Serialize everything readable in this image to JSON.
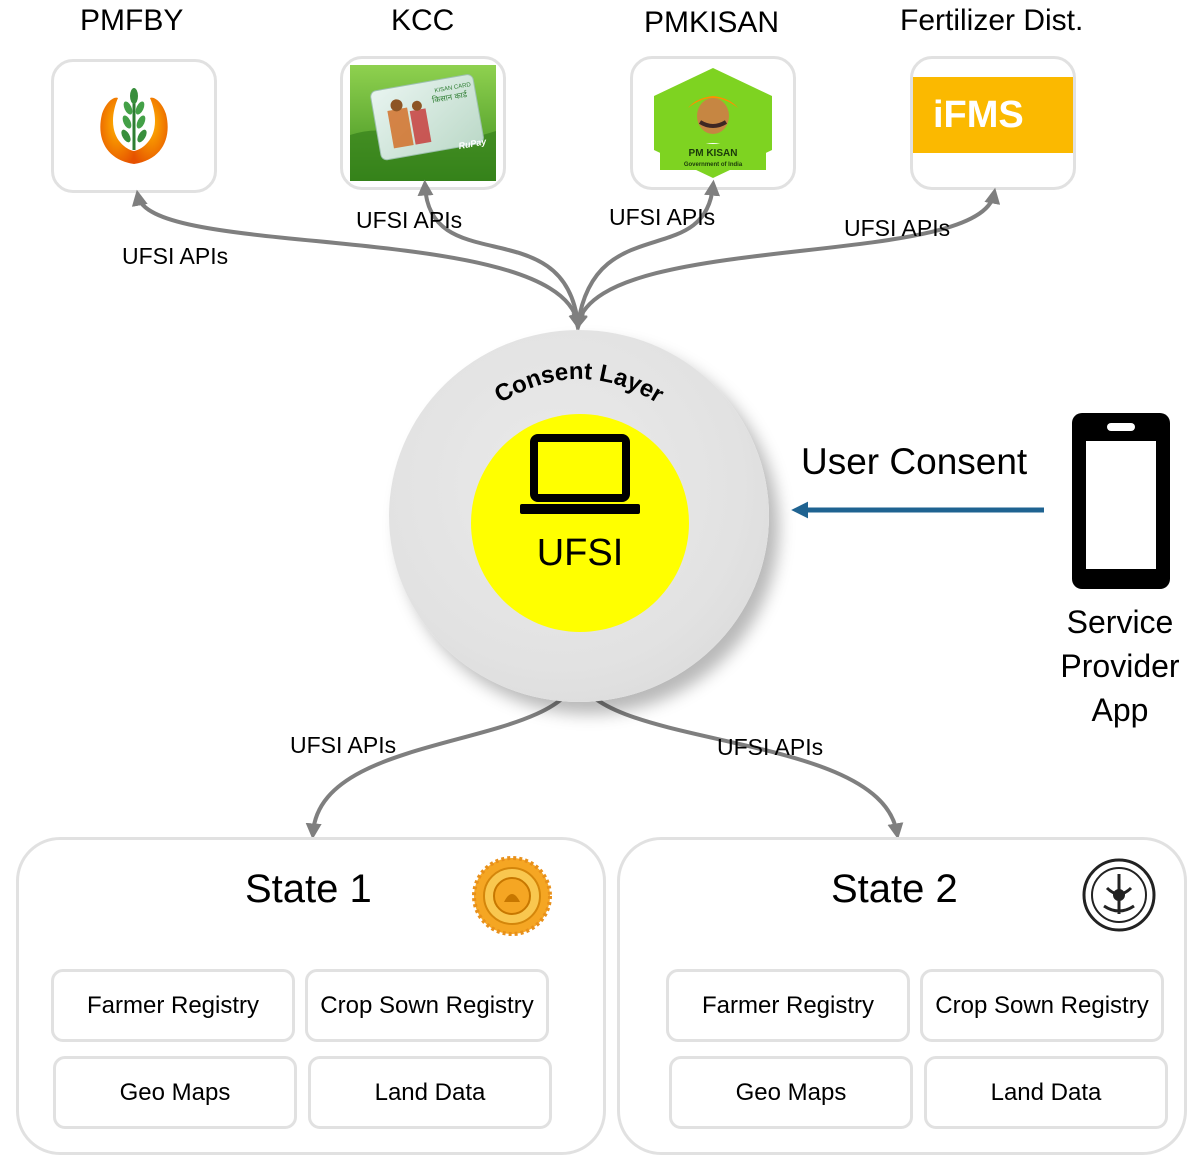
{
  "services": [
    {
      "title": "PMFBY",
      "logo": "pmfby-wheat-hands-logo"
    },
    {
      "title": "KCC",
      "logo": "kisan-credit-card-image",
      "card_text": "KISAN CARD",
      "card_text_hi": "किसान कार्ड",
      "card_brand": "RuPay"
    },
    {
      "title": "PMKISAN",
      "logo": "pm-kisan-farmer-logo",
      "logo_line1": "PM KISAN",
      "logo_line2": "Government of India"
    },
    {
      "title": "Fertilizer Dist.",
      "logo": "ifms-logo",
      "logo_text": "iFMS"
    }
  ],
  "api_labels": [
    "UFSI APIs",
    "UFSI APIs",
    "UFSI APIs",
    "UFSI APIs",
    "UFSI APIs",
    "UFSI APIs"
  ],
  "hub": {
    "consent_layer": "Consent Layer",
    "name": "UFSI",
    "icon": "laptop-icon",
    "colors": {
      "hub_fill": "#ffff00",
      "layer_fill": "#e2e2e2"
    }
  },
  "user_consent": {
    "label": "User Consent",
    "arrow_color": "#1f6391"
  },
  "service_provider": {
    "label_lines": [
      "Service",
      "Provider",
      "App"
    ],
    "icon": "smartphone-icon"
  },
  "states": [
    {
      "title": "State 1",
      "emblem": "state-seal-orange",
      "registries": [
        "Farmer Registry",
        "Crop Sown Registry",
        "Geo Maps",
        "Land Data"
      ]
    },
    {
      "title": "State 2",
      "emblem": "state-seal-monochrome",
      "registries": [
        "Farmer Registry",
        "Crop Sown Registry",
        "Geo Maps",
        "Land Data"
      ]
    }
  ],
  "connector_color": "#7f7f7f"
}
